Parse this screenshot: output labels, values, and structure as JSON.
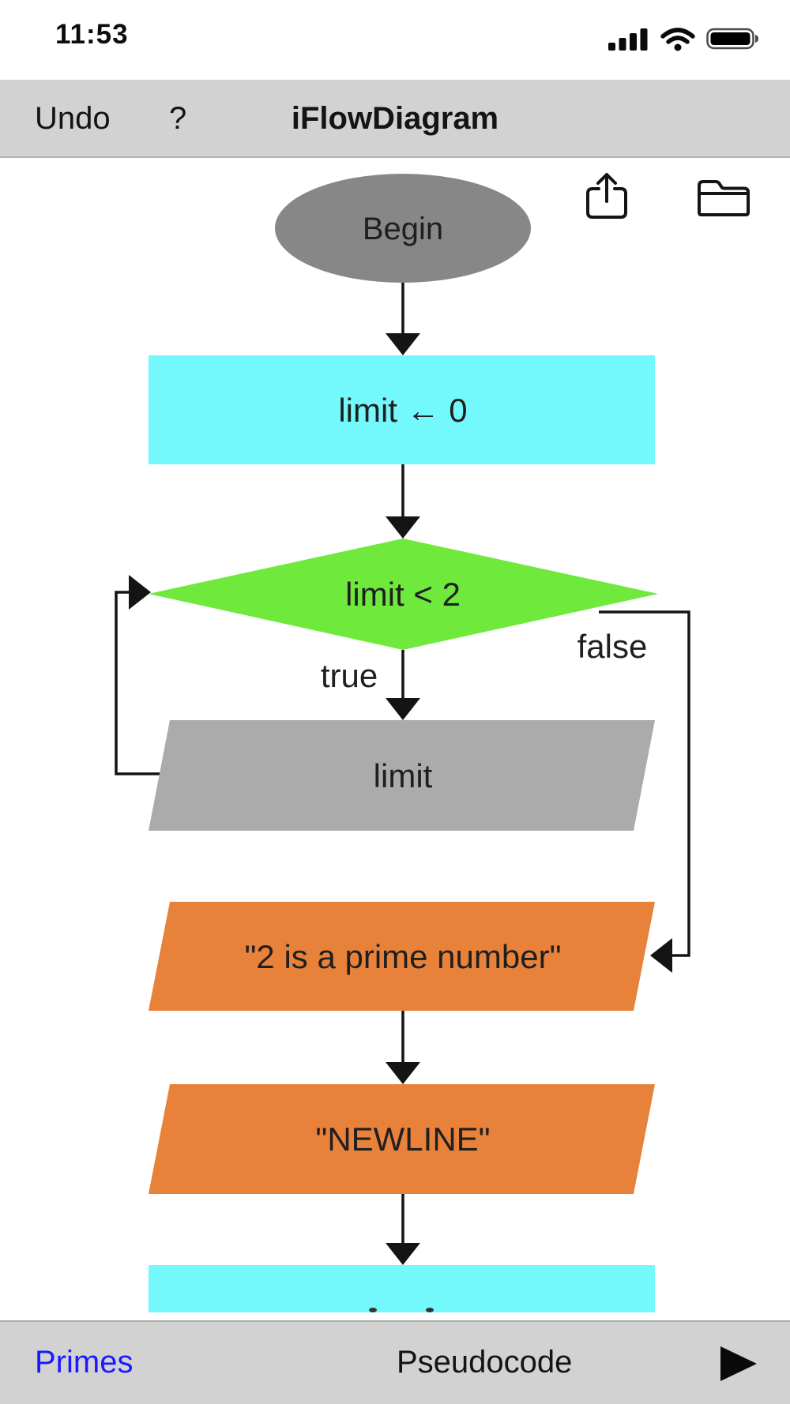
{
  "status_bar": {
    "time": "11:53",
    "signal_icon": "cellular-signal-4-bars",
    "wifi_icon": "wifi",
    "battery_icon": "battery-full"
  },
  "top_toolbar": {
    "undo_label": "Undo",
    "help_label": "?",
    "title": "iFlowDiagram",
    "share_icon": "share-export",
    "folder_icon": "folder-open-files"
  },
  "bottom_toolbar": {
    "left_button": "Primes",
    "center_label": "Pseudocode",
    "play_icon": "play-triangle"
  },
  "flowchart": {
    "nodes": {
      "begin": {
        "type": "terminal-ellipse",
        "label": "Begin"
      },
      "init": {
        "type": "process-rectangle",
        "label": "limit ← 0"
      },
      "decision": {
        "type": "decision-diamond",
        "label": "limit < 2"
      },
      "input": {
        "type": "io-parallelogram",
        "label": "limit"
      },
      "output_prime": {
        "type": "io-parallelogram",
        "label": "\"2 is a prime number\""
      },
      "output_newline": {
        "type": "io-parallelogram",
        "label": "\"NEWLINE\""
      },
      "partial_bottom": {
        "type": "process-rectangle",
        "label": ""
      }
    },
    "edge_labels": {
      "true_branch": "true",
      "false_branch": "false"
    }
  },
  "colors": {
    "terminal_fill": "#878787",
    "process_fill": "#73F8FB",
    "decision_fill": "#6EE93C",
    "input_fill": "#ABABAB",
    "output_fill": "#E8823B",
    "connector": "#141414",
    "link_blue": "#1A1AFF",
    "toolbar_bg": "#D2D2D2"
  }
}
